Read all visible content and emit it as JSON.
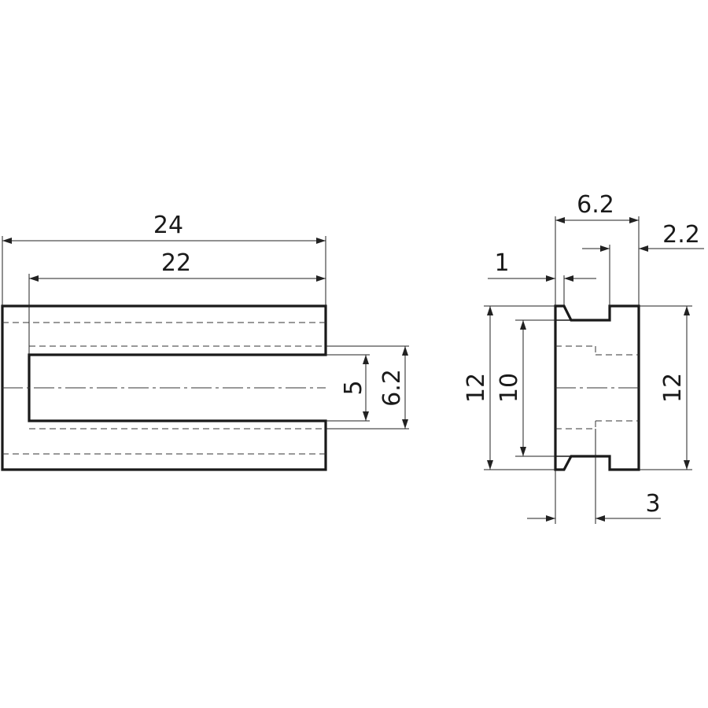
{
  "dimensions": {
    "front_overall_length": "24",
    "front_slot_length": "22",
    "front_slot_width": "5",
    "front_slot_opening": "6.2",
    "side_head_width": "6.2",
    "side_groove_width": "2.2",
    "side_chamfer": "1",
    "side_overall_height_left": "12",
    "side_groove_diameter": "10",
    "side_overall_height_right": "12",
    "side_bottom_offset": "3"
  }
}
